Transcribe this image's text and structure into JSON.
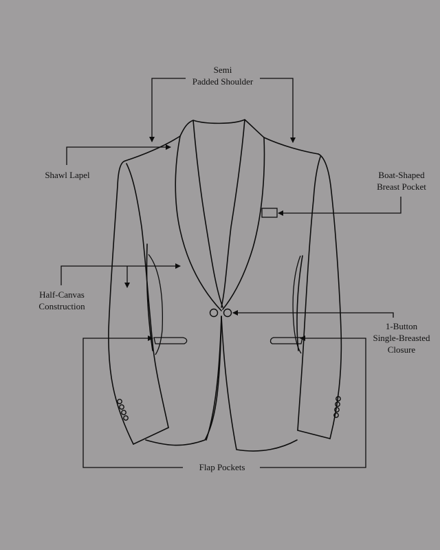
{
  "background_color": "#9f9d9e",
  "line_color": "#0d0d0d",
  "labels": {
    "shoulder": {
      "line1": "Semi",
      "line2": "Padded Shoulder"
    },
    "lapel": {
      "line1": "Shawl Lapel"
    },
    "breast_pocket": {
      "line1": "Boat-Shaped",
      "line2": "Breast Pocket"
    },
    "canvas": {
      "line1": "Half-Canvas",
      "line2": "Construction"
    },
    "closure": {
      "line1": "1-Button",
      "line2": "Single-Breasted",
      "line3": "Closure"
    },
    "flap_pockets": {
      "line1": "Flap Pockets"
    }
  }
}
